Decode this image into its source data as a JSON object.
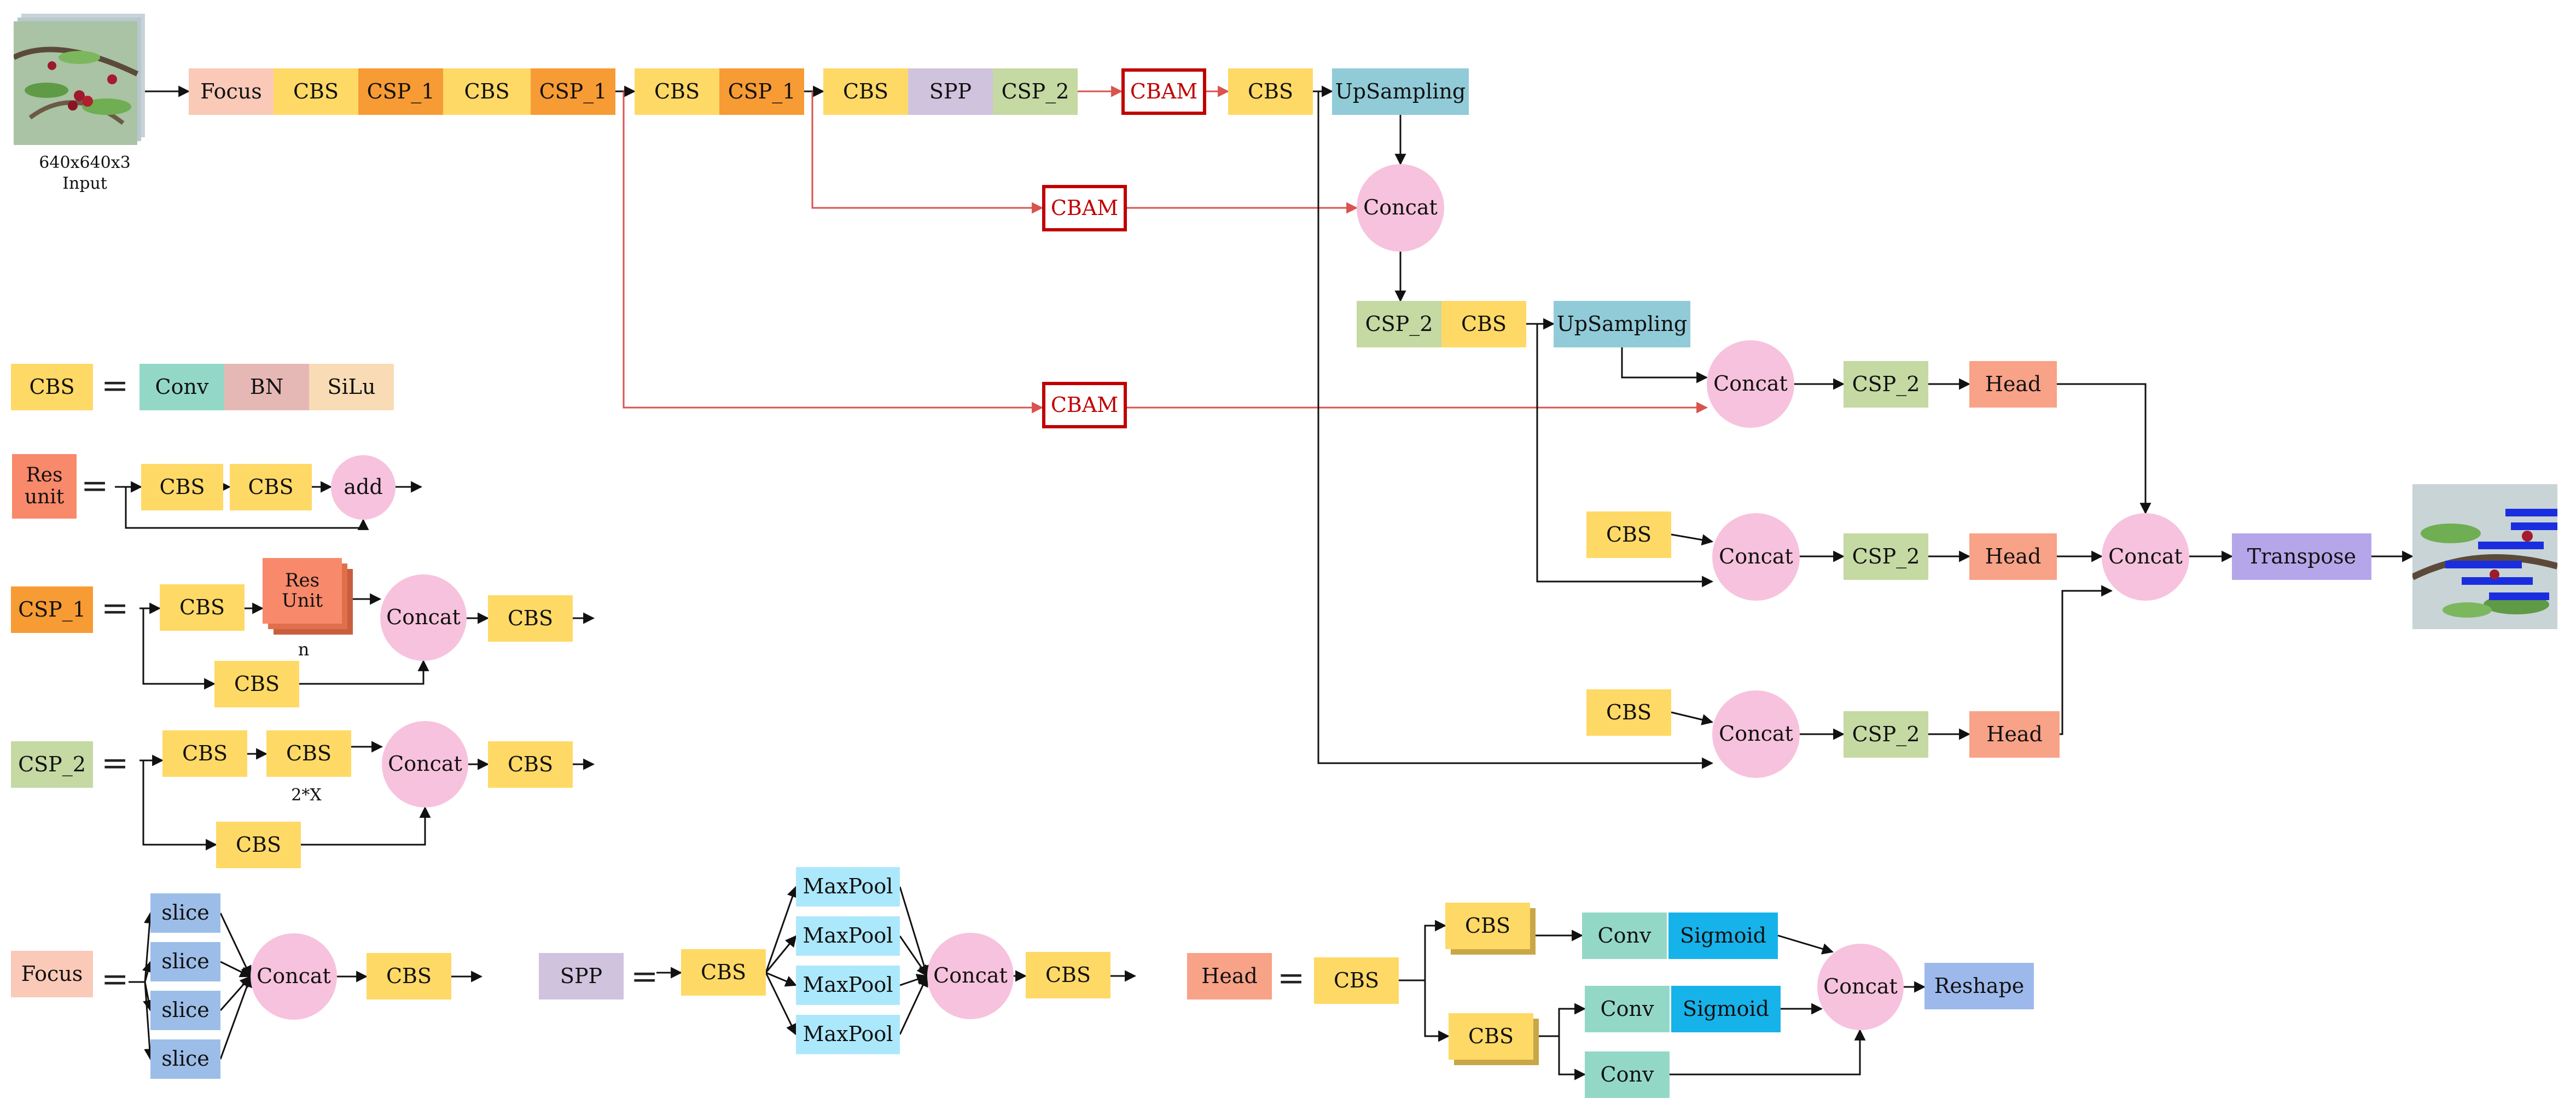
{
  "colors": {
    "cbs": "#ffd966",
    "csp1": "#f79b34",
    "csp2": "#c5d9a3",
    "spp": "#cfc3de",
    "focus": "#fac9b8",
    "head": "#f8a287",
    "upsampling": "#91cbd8",
    "concat": "#f7c2dd",
    "conv": "#93d8c7",
    "bn": "#e6b8b5",
    "silu": "#f9dcb5",
    "res": "#f8896a",
    "slice": "#9cbde8",
    "maxpool": "#ace8fb",
    "sigmoid": "#16b3ea",
    "reshape": "#9db9ec",
    "transpose": "#b5a6ea",
    "cbam_border": "#c00000",
    "cbam_text": "#c00000",
    "red_line": "#d9534f"
  },
  "input": {
    "size": "640x640x3",
    "label": "Input"
  },
  "backbone": {
    "focus": "Focus",
    "cbs": "CBS",
    "csp1": "CSP_1",
    "spp": "SPP",
    "csp2": "CSP_2",
    "cbam": "CBAM",
    "upsampling": "UpSampling",
    "concat": "Concat"
  },
  "neck": {
    "csp2": "CSP_2",
    "cbs": "CBS",
    "upsampling": "UpSampling",
    "concat": "Concat",
    "head": "Head"
  },
  "output": {
    "concat": "Concat",
    "transpose": "Transpose"
  },
  "legend": {
    "eq": "=",
    "cbs_def": {
      "name": "CBS",
      "conv": "Conv",
      "bn": "BN",
      "silu": "SiLu"
    },
    "res_def": {
      "name": "Res unit",
      "cbs": "CBS",
      "add": "add"
    },
    "csp1_def": {
      "name": "CSP_1",
      "cbs": "CBS",
      "res": "Res Unit",
      "n": "n",
      "concat": "Concat"
    },
    "csp2_def": {
      "name": "CSP_2",
      "cbs": "CBS",
      "x": "2*X",
      "concat": "Concat"
    },
    "focus_def": {
      "name": "Focus",
      "slice": "slice",
      "concat": "Concat",
      "cbs": "CBS"
    },
    "spp_def": {
      "name": "SPP",
      "cbs": "CBS",
      "maxpool": "MaxPool",
      "concat": "Concat"
    },
    "head_def": {
      "name": "Head",
      "cbs": "CBS",
      "conv": "Conv",
      "sigmoid": "Sigmoid",
      "concat": "Concat",
      "reshape": "Reshape"
    }
  }
}
